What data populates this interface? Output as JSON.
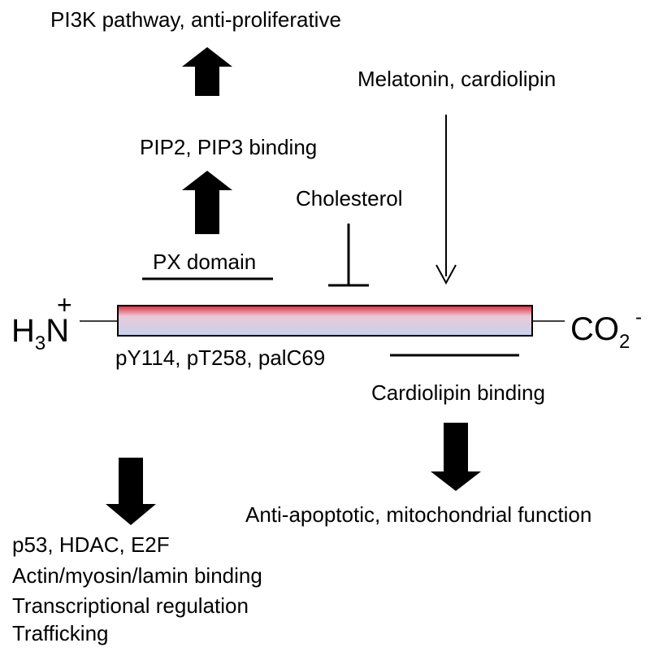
{
  "labels": {
    "pi3k_pathway": "PI3K pathway, anti-proliferative",
    "pip_binding": "PIP2, PIP3 binding",
    "px_domain": "PX domain",
    "melatonin": "Melatonin, cardiolipin",
    "cholesterol": "Cholesterol",
    "modifications": "pY114, pT258, palC69",
    "cardiolipin_binding": "Cardiolipin binding",
    "anti_apoptotic": "Anti-apoptotic, mitochondrial function",
    "nuclear_partners": "p53, HDAC, E2F",
    "actin_binding": "Actin/myosin/lamin binding",
    "transcription": "Transcriptional regulation",
    "trafficking": "Trafficking"
  },
  "n_terminus": {
    "base": "H",
    "subscript": "3",
    "atom": "N",
    "charge": "+"
  },
  "c_terminus": {
    "base": "CO",
    "subscript": "2",
    "charge": "-"
  },
  "colors": {
    "bar_top": "#e0283a",
    "bar_mid": "#e9c9d6",
    "bar_bottom": "#c6d2ee",
    "stroke": "#000000"
  }
}
